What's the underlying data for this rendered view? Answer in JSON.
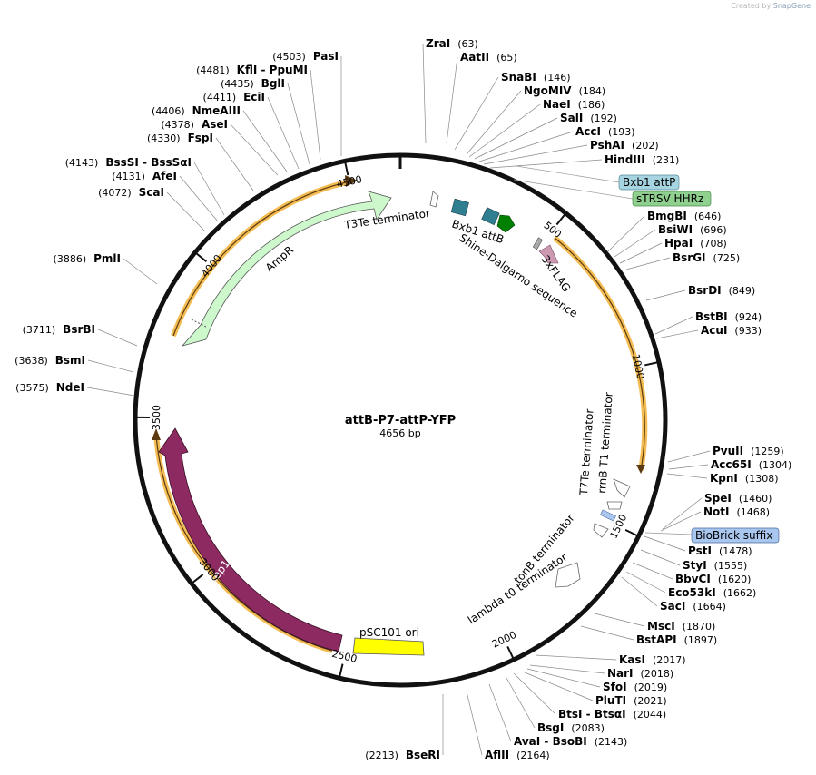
{
  "credit": {
    "prefix": "Created by",
    "brand": "SnapGene"
  },
  "plasmid": {
    "name": "attB-P7-attP-YFP",
    "length_label": "4656 bp",
    "length": 4656
  },
  "colors": {
    "backbone": "#111111",
    "highlight": "#f2b236",
    "ampr_fill": "#ccf8cc",
    "rep101_fill": "#8c2a61",
    "ori_fill": "#ffff00",
    "att_fill": "#2f7f91",
    "rbs_fill": "#008000",
    "flag_fill": "#cc99b2",
    "biobrick_fill": "#a9c6ef",
    "hhrz_fill": "#8fd08f",
    "bxb1attp_fill": "#a6d4e0"
  },
  "ticks": [
    {
      "pos": 500,
      "label": "500"
    },
    {
      "pos": 1000,
      "label": "1000"
    },
    {
      "pos": 1500,
      "label": "1500"
    },
    {
      "pos": 2000,
      "label": "2000"
    },
    {
      "pos": 2500,
      "label": "2500"
    },
    {
      "pos": 3000,
      "label": "3000"
    },
    {
      "pos": 3500,
      "label": "3500"
    },
    {
      "pos": 4000,
      "label": "4000"
    },
    {
      "pos": 4500,
      "label": "4500"
    }
  ],
  "sites": [
    {
      "name": "ZraI",
      "pos": "(63)",
      "side": "right"
    },
    {
      "name": "AatII",
      "pos": "(65)",
      "side": "right"
    },
    {
      "name": "SnaBI",
      "pos": "(146)",
      "side": "right"
    },
    {
      "name": "NgoMIV",
      "pos": "(184)",
      "side": "right"
    },
    {
      "name": "NaeI",
      "pos": "(186)",
      "side": "right"
    },
    {
      "name": "SalI",
      "pos": "(192)",
      "side": "right"
    },
    {
      "name": "AccI",
      "pos": "(193)",
      "side": "right"
    },
    {
      "name": "PshAI",
      "pos": "(202)",
      "side": "right"
    },
    {
      "name": "HindIII",
      "pos": "(231)",
      "side": "right"
    },
    {
      "name": "BmgBI",
      "pos": "(646)",
      "side": "right"
    },
    {
      "name": "BsiWI",
      "pos": "(696)",
      "side": "right"
    },
    {
      "name": "HpaI",
      "pos": "(708)",
      "side": "right"
    },
    {
      "name": "BsrGI",
      "pos": "(725)",
      "side": "right"
    },
    {
      "name": "BsrDI",
      "pos": "(849)",
      "side": "right"
    },
    {
      "name": "BstBI",
      "pos": "(924)",
      "side": "right"
    },
    {
      "name": "AcuI",
      "pos": "(933)",
      "side": "right"
    },
    {
      "name": "PvuII",
      "pos": "(1259)",
      "side": "right"
    },
    {
      "name": "Acc65I",
      "pos": "(1304)",
      "side": "right"
    },
    {
      "name": "KpnI",
      "pos": "(1308)",
      "side": "right"
    },
    {
      "name": "SpeI",
      "pos": "(1460)",
      "side": "right"
    },
    {
      "name": "NotI",
      "pos": "(1468)",
      "side": "right"
    },
    {
      "name": "PstI",
      "pos": "(1478)",
      "side": "right"
    },
    {
      "name": "StyI",
      "pos": "(1555)",
      "side": "right"
    },
    {
      "name": "BbvCI",
      "pos": "(1620)",
      "side": "right"
    },
    {
      "name": "Eco53kI",
      "pos": "(1662)",
      "side": "right"
    },
    {
      "name": "SacI",
      "pos": "(1664)",
      "side": "right"
    },
    {
      "name": "MscI",
      "pos": "(1870)",
      "side": "right"
    },
    {
      "name": "BstAPI",
      "pos": "(1897)",
      "side": "right"
    },
    {
      "name": "KasI",
      "pos": "(2017)",
      "side": "right"
    },
    {
      "name": "NarI",
      "pos": "(2018)",
      "side": "right"
    },
    {
      "name": "SfoI",
      "pos": "(2019)",
      "side": "right"
    },
    {
      "name": "PluTI",
      "pos": "(2021)",
      "side": "right"
    },
    {
      "name": "BtsI - BtsαI",
      "pos": "(2044)",
      "side": "right"
    },
    {
      "name": "BsgI",
      "pos": "(2083)",
      "side": "right"
    },
    {
      "name": "AvaI - BsoBI",
      "pos": "(2143)",
      "side": "right"
    },
    {
      "name": "AflII",
      "pos": "(2164)",
      "side": "right"
    },
    {
      "name": "BseRI",
      "pos": "(2213)",
      "side": "left"
    },
    {
      "name": "NdeI",
      "pos": "(3575)",
      "side": "left"
    },
    {
      "name": "BsmI",
      "pos": "(3638)",
      "side": "left"
    },
    {
      "name": "BsrBI",
      "pos": "(3711)",
      "side": "left"
    },
    {
      "name": "PmlI",
      "pos": "(3886)",
      "side": "left"
    },
    {
      "name": "ScaI",
      "pos": "(4072)",
      "side": "left"
    },
    {
      "name": "AfeI",
      "pos": "(4131)",
      "side": "left"
    },
    {
      "name": "BssSI - BssSαI",
      "pos": "(4143)",
      "side": "left"
    },
    {
      "name": "FspI",
      "pos": "(4330)",
      "side": "left"
    },
    {
      "name": "AseI",
      "pos": "(4378)",
      "side": "left"
    },
    {
      "name": "NmeAIII",
      "pos": "(4406)",
      "side": "left"
    },
    {
      "name": "EciI",
      "pos": "(4411)",
      "side": "left"
    },
    {
      "name": "BglI",
      "pos": "(4435)",
      "side": "left"
    },
    {
      "name": "KflI - PpuMI",
      "pos": "(4481)",
      "side": "left"
    },
    {
      "name": "PasI",
      "pos": "(4503)",
      "side": "left"
    }
  ],
  "features": {
    "ampr": "AmpR",
    "rep101": "Rep101",
    "psc101_ori": "pSC101 ori",
    "t3te": "T3Te terminator",
    "bxb1_attb": "Bxb1 attB",
    "shine_dalgarno": "Shine-Dalgarno sequence",
    "flag": "3xFLAG",
    "t7te": "T7Te terminator",
    "rrnb": "rrnB T1 terminator",
    "tonb": "tonB terminator",
    "lambda_t0": "lambda t0 terminator",
    "bxb1_attp": "Bxb1 attP",
    "strsv": "sTRSV HHRz",
    "biobrick": "BioBrick suffix"
  }
}
